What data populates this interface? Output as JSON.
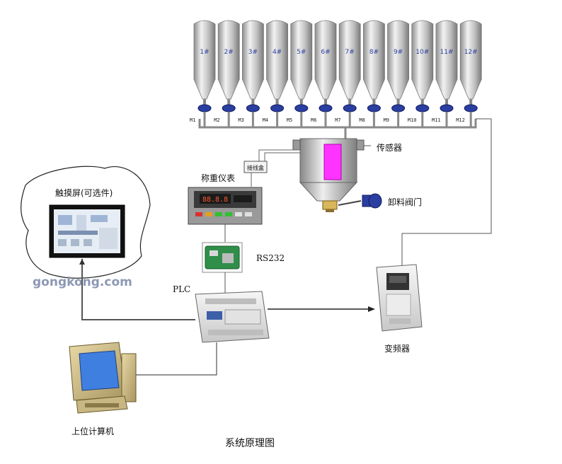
{
  "title": "系统原理图",
  "watermark": "gongkong.com",
  "silos": [
    {
      "num": "1#",
      "motor": "M1"
    },
    {
      "num": "2#",
      "motor": "M2"
    },
    {
      "num": "3#",
      "motor": "M3"
    },
    {
      "num": "4#",
      "motor": "M4"
    },
    {
      "num": "5#",
      "motor": "M5"
    },
    {
      "num": "6#",
      "motor": "M6"
    },
    {
      "num": "7#",
      "motor": "M7"
    },
    {
      "num": "8#",
      "motor": "M8"
    },
    {
      "num": "9#",
      "motor": "M9"
    },
    {
      "num": "10#",
      "motor": "M10"
    },
    {
      "num": "11#",
      "motor": "M11"
    },
    {
      "num": "12#",
      "motor": "M12"
    }
  ],
  "labels": {
    "sensor": "传感器",
    "junction_box": "接线盒",
    "weighing_instrument": "称重仪表",
    "discharge_valve": "卸料阀门",
    "touchscreen": "触摸屏(可选件)",
    "rs232": "RS232",
    "plc": "PLC",
    "inverter": "变频器",
    "host_computer": "上位计算机"
  },
  "colors": {
    "silo_body": "#b9b9b9",
    "hopper_window": "#ff33ff",
    "valve_blue": "#2a3fa0",
    "screen_blue": "#3f7fe0",
    "line": "#555555"
  }
}
